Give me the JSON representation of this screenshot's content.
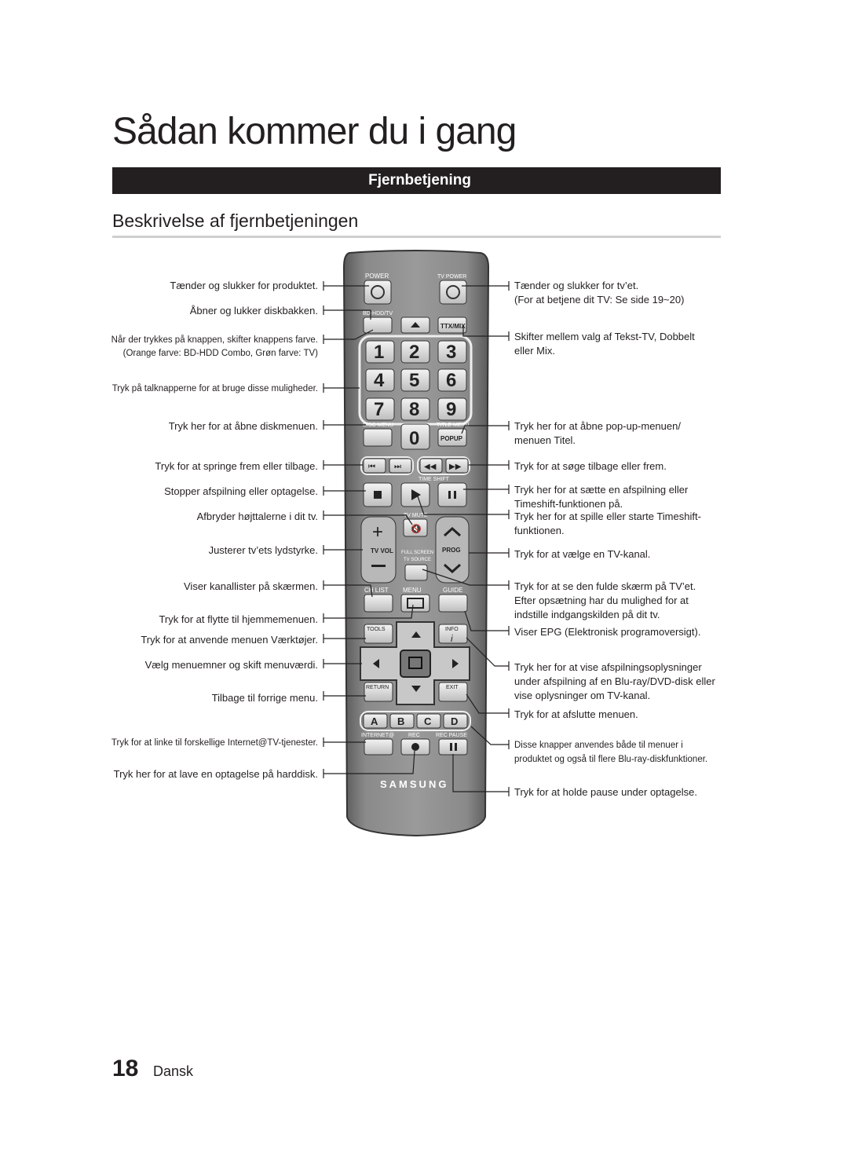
{
  "page": {
    "title": "Sådan kommer du i gang",
    "section": "Fjernbetjening",
    "subtitle": "Beskrivelse af fjernbetjeningen",
    "page_number": "18",
    "language": "Dansk"
  },
  "left_labels": [
    "Tænder og slukker for produktet.",
    "Åbner og lukker diskbakken.",
    "Når der trykkes på knappen, skifter knappens farve.",
    "(Orange farve: BD-HDD Combo, Grøn farve: TV)",
    "Tryk på talknapperne for at bruge disse muligheder.",
    "Tryk her for at åbne diskmenuen.",
    "Tryk for at springe frem eller tilbage.",
    "Stopper afspilning eller optagelse.",
    "Afbryder højttalerne i dit tv.",
    "Justerer tv’ets lydstyrke.",
    "Viser kanallister på skærmen.",
    "Tryk for at flytte til hjemmemenuen.",
    "Tryk for at anvende menuen Værktøjer.",
    "Vælg menuemner og skift menuværdi.",
    "Tilbage til forrige menu.",
    "Tryk for at linke til forskellige Internet@TV-tjenester.",
    "Tryk her for at lave en optagelse på harddisk."
  ],
  "right_labels": [
    "Tænder og slukker for tv’et.",
    "(For at betjene dit TV: Se side 19~20)",
    "Skifter mellem valg af Tekst-TV, Dobbelt",
    "eller Mix.",
    "Tryk her for at åbne pop-up-menuen/",
    "menuen Titel.",
    "Tryk for at søge tilbage eller frem.",
    "Tryk her for at sætte en afspilning eller",
    "Timeshift-funktionen på.",
    "Tryk her for at spille eller starte Timeshift-",
    "funktionen.",
    "Tryk for at vælge en TV-kanal.",
    "Tryk for at se den fulde skærm på TV’et.",
    "Efter opsætning har du mulighed for at",
    "indstille indgangskilden på dit tv.",
    "Viser EPG (Elektronisk programoversigt).",
    "Tryk her for at vise afspilningsoplysninger",
    "under afspilning af en Blu-ray/DVD-disk eller",
    "vise oplysninger om TV-kanal.",
    "Tryk for at afslutte menuen.",
    "Disse knapper anvendes både til menuer i",
    "produktet og også til flere Blu-ray-diskfunktioner.",
    "Tryk for at holde pause under optagelse."
  ],
  "remote": {
    "power": "POWER",
    "tv_power": "TV POWER",
    "bd_hdd_tv": "BD-HDD/TV",
    "ttx_mix": "TTX/MIX",
    "digits": [
      "1",
      "2",
      "3",
      "4",
      "5",
      "6",
      "7",
      "8",
      "9",
      "0"
    ],
    "disc_menu": "DISC MENU",
    "title_menu": "TITLE MENU",
    "popup": "POPUP",
    "time_shift": "TIME SHIFT",
    "tv_mute": "TV MUTE",
    "tv_vol": "TV VOL",
    "full_screen": "FULL SCREEN",
    "tv_source": "TV SOURCE",
    "prog": "PROG",
    "ch_list": "CH LIST",
    "menu": "MENU",
    "guide": "GUIDE",
    "tools": "TOOLS",
    "info": "INFO",
    "info_glyph": "i",
    "return": "RETURN",
    "exit": "EXIT",
    "color_keys": [
      "A",
      "B",
      "C",
      "D"
    ],
    "internet": "INTERNET@",
    "rec": "REC",
    "rec_pause": "REC PAUSE",
    "brand": "SAMSUNG"
  }
}
